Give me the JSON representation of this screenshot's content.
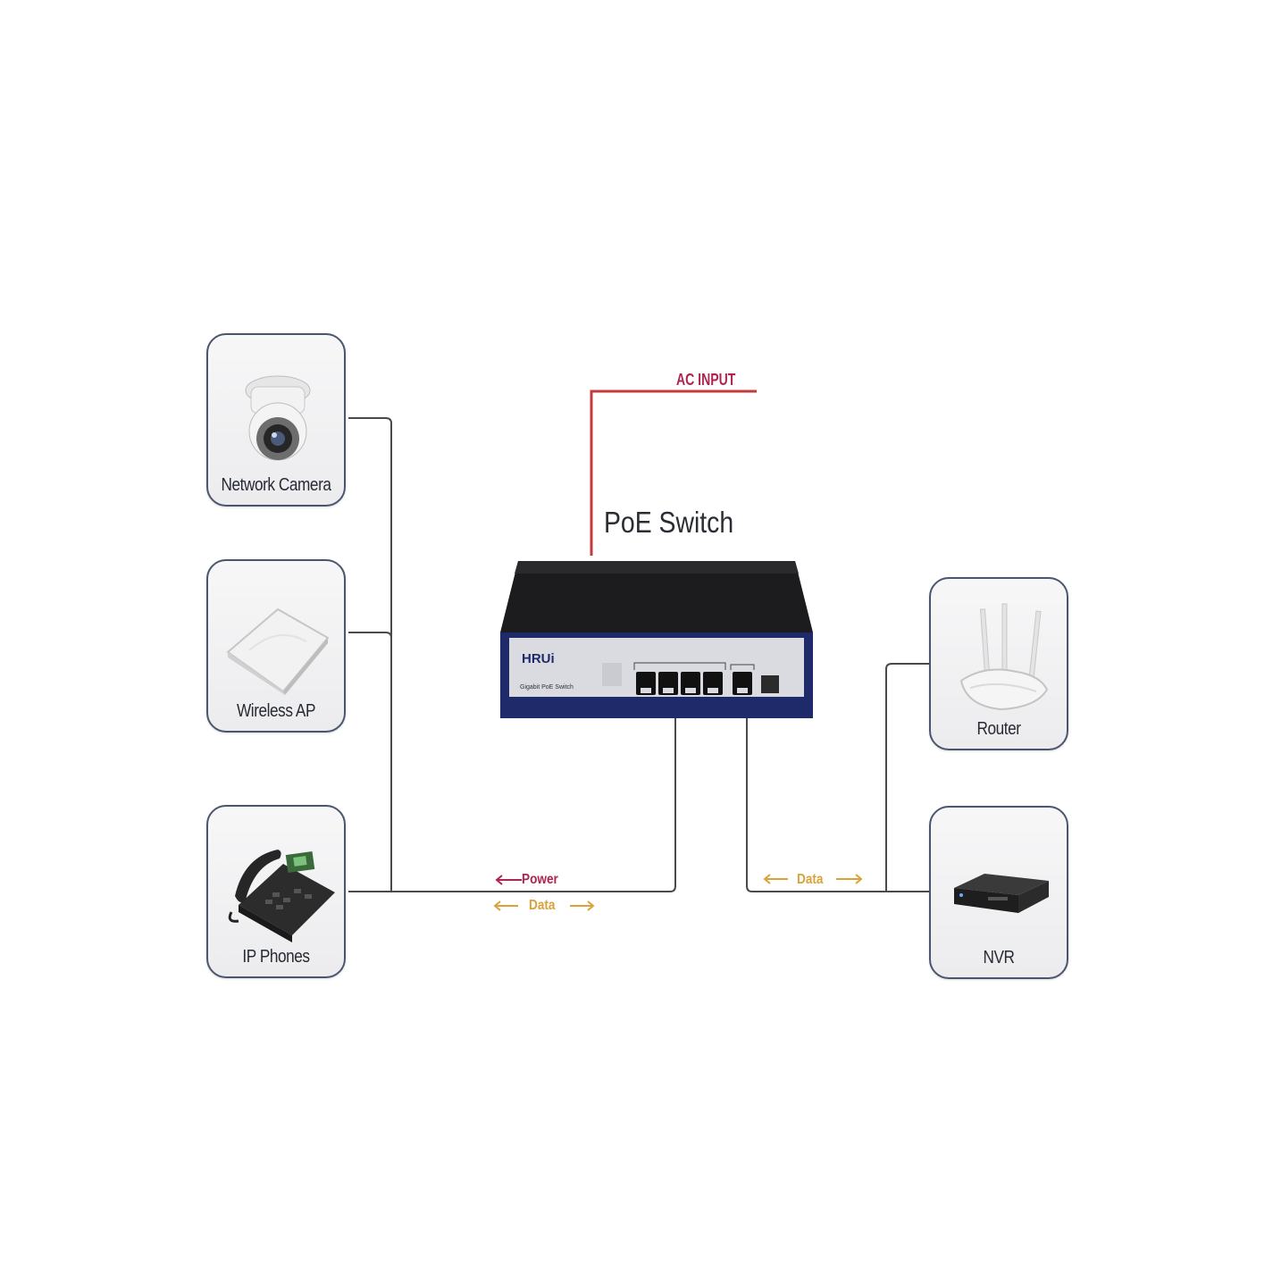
{
  "diagram": {
    "switch_title": "PoE Switch",
    "ac_input": "AC INPUT",
    "switch_brand": "HRUi",
    "switch_model": "Gigabit PoE Switch",
    "devices_left": [
      {
        "label": "Network Camera",
        "icon": "dome-camera-icon"
      },
      {
        "label": "Wireless AP",
        "icon": "wireless-ap-icon"
      },
      {
        "label": "IP Phones",
        "icon": "ip-phone-icon"
      }
    ],
    "devices_right": [
      {
        "label": "Router",
        "icon": "router-icon"
      },
      {
        "label": "NVR",
        "icon": "nvr-icon"
      }
    ],
    "left_flow": {
      "power": "Power",
      "data": "Data"
    },
    "right_flow": {
      "data": "Data"
    }
  },
  "colors": {
    "power": "#b0254f",
    "data": "#d9a23a",
    "ac_line": "#c23b3b",
    "connector": "#4a4a4a",
    "card_border": "#4a5670",
    "switch_body": "#1c1c1e",
    "switch_front": "#d9dbe0",
    "switch_trim": "#1f2a6b"
  }
}
